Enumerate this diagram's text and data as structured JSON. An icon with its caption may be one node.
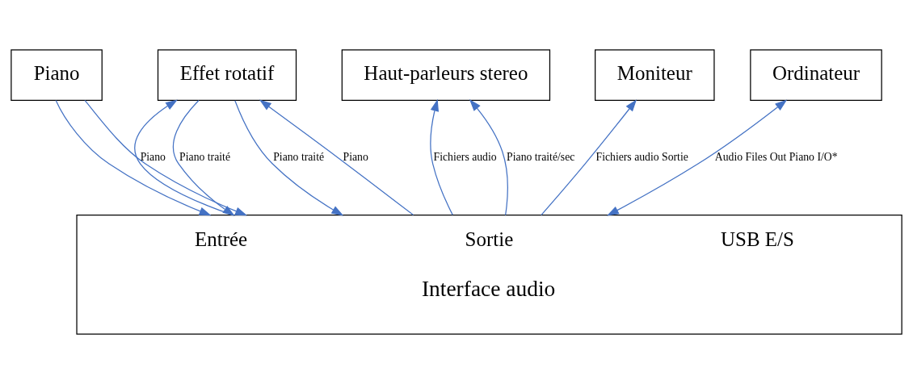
{
  "diagram": {
    "nodes": [
      {
        "text": [
          "Piano"
        ]
      },
      {
        "text": [
          "Effet rotatif"
        ]
      },
      {
        "text": [
          "Haut-parleurs stereo"
        ]
      },
      {
        "text": [
          "Moniteur"
        ]
      },
      {
        "text": [
          "Ordinateur"
        ]
      },
      {
        "text": [
          "Entrée",
          "Sortie",
          "USB E/S",
          "Interface audio"
        ]
      }
    ],
    "edges": [
      {
        "from": 0,
        "to": 5,
        "arrow": "to"
      },
      {
        "from": 0,
        "to": 5,
        "arrow": "to"
      },
      {
        "from": 1,
        "to": 5,
        "arrow": "to",
        "label": "Piano traité"
      },
      {
        "from": 1,
        "to": 5,
        "arrow": "to",
        "label": "Piano traité"
      },
      {
        "from": 5,
        "to": 1,
        "arrow": "to",
        "label": "Piano"
      },
      {
        "from": 5,
        "to": 1,
        "arrow": "to",
        "label": "Piano"
      },
      {
        "from": 5,
        "to": 2,
        "arrow": "to",
        "label": "Fichiers audio"
      },
      {
        "from": 5,
        "to": 2,
        "arrow": "to",
        "label": "Piano traité/sec"
      },
      {
        "from": 5,
        "to": 3,
        "arrow": "to",
        "label": "Fichiers audio Sortie"
      },
      {
        "from": 5,
        "to": 4,
        "arrow": "both",
        "label": "Audio Files Out Piano I/O*"
      }
    ]
  }
}
